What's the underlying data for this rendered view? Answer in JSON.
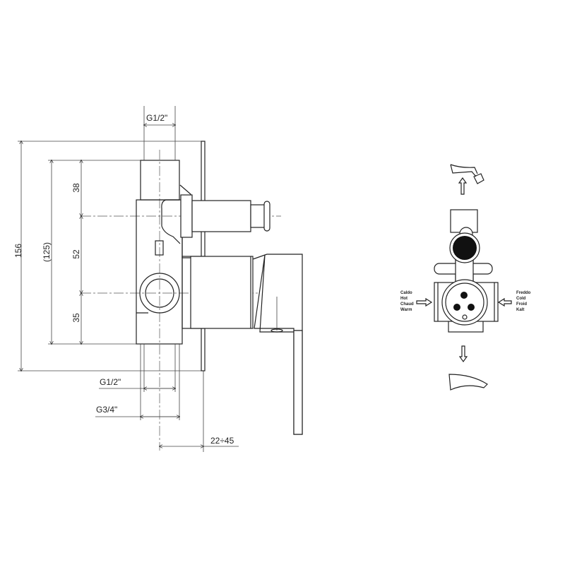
{
  "side_view": {
    "dims": {
      "overall_height": "156",
      "body_height": "(125)",
      "upper": "38",
      "middle": "52",
      "lower": "35",
      "top_connection": "G1/2\"",
      "bottom_connection_inner": "G1/2\"",
      "bottom_connection_outer": "G3/4\"",
      "wall_depth": "22÷45"
    }
  },
  "flow_schematic": {
    "hot_labels": [
      "Caldo",
      "Hot",
      "Chaud",
      "Warm"
    ],
    "cold_labels": [
      "Freddo",
      "Cold",
      "Froid",
      "Kalt"
    ]
  }
}
